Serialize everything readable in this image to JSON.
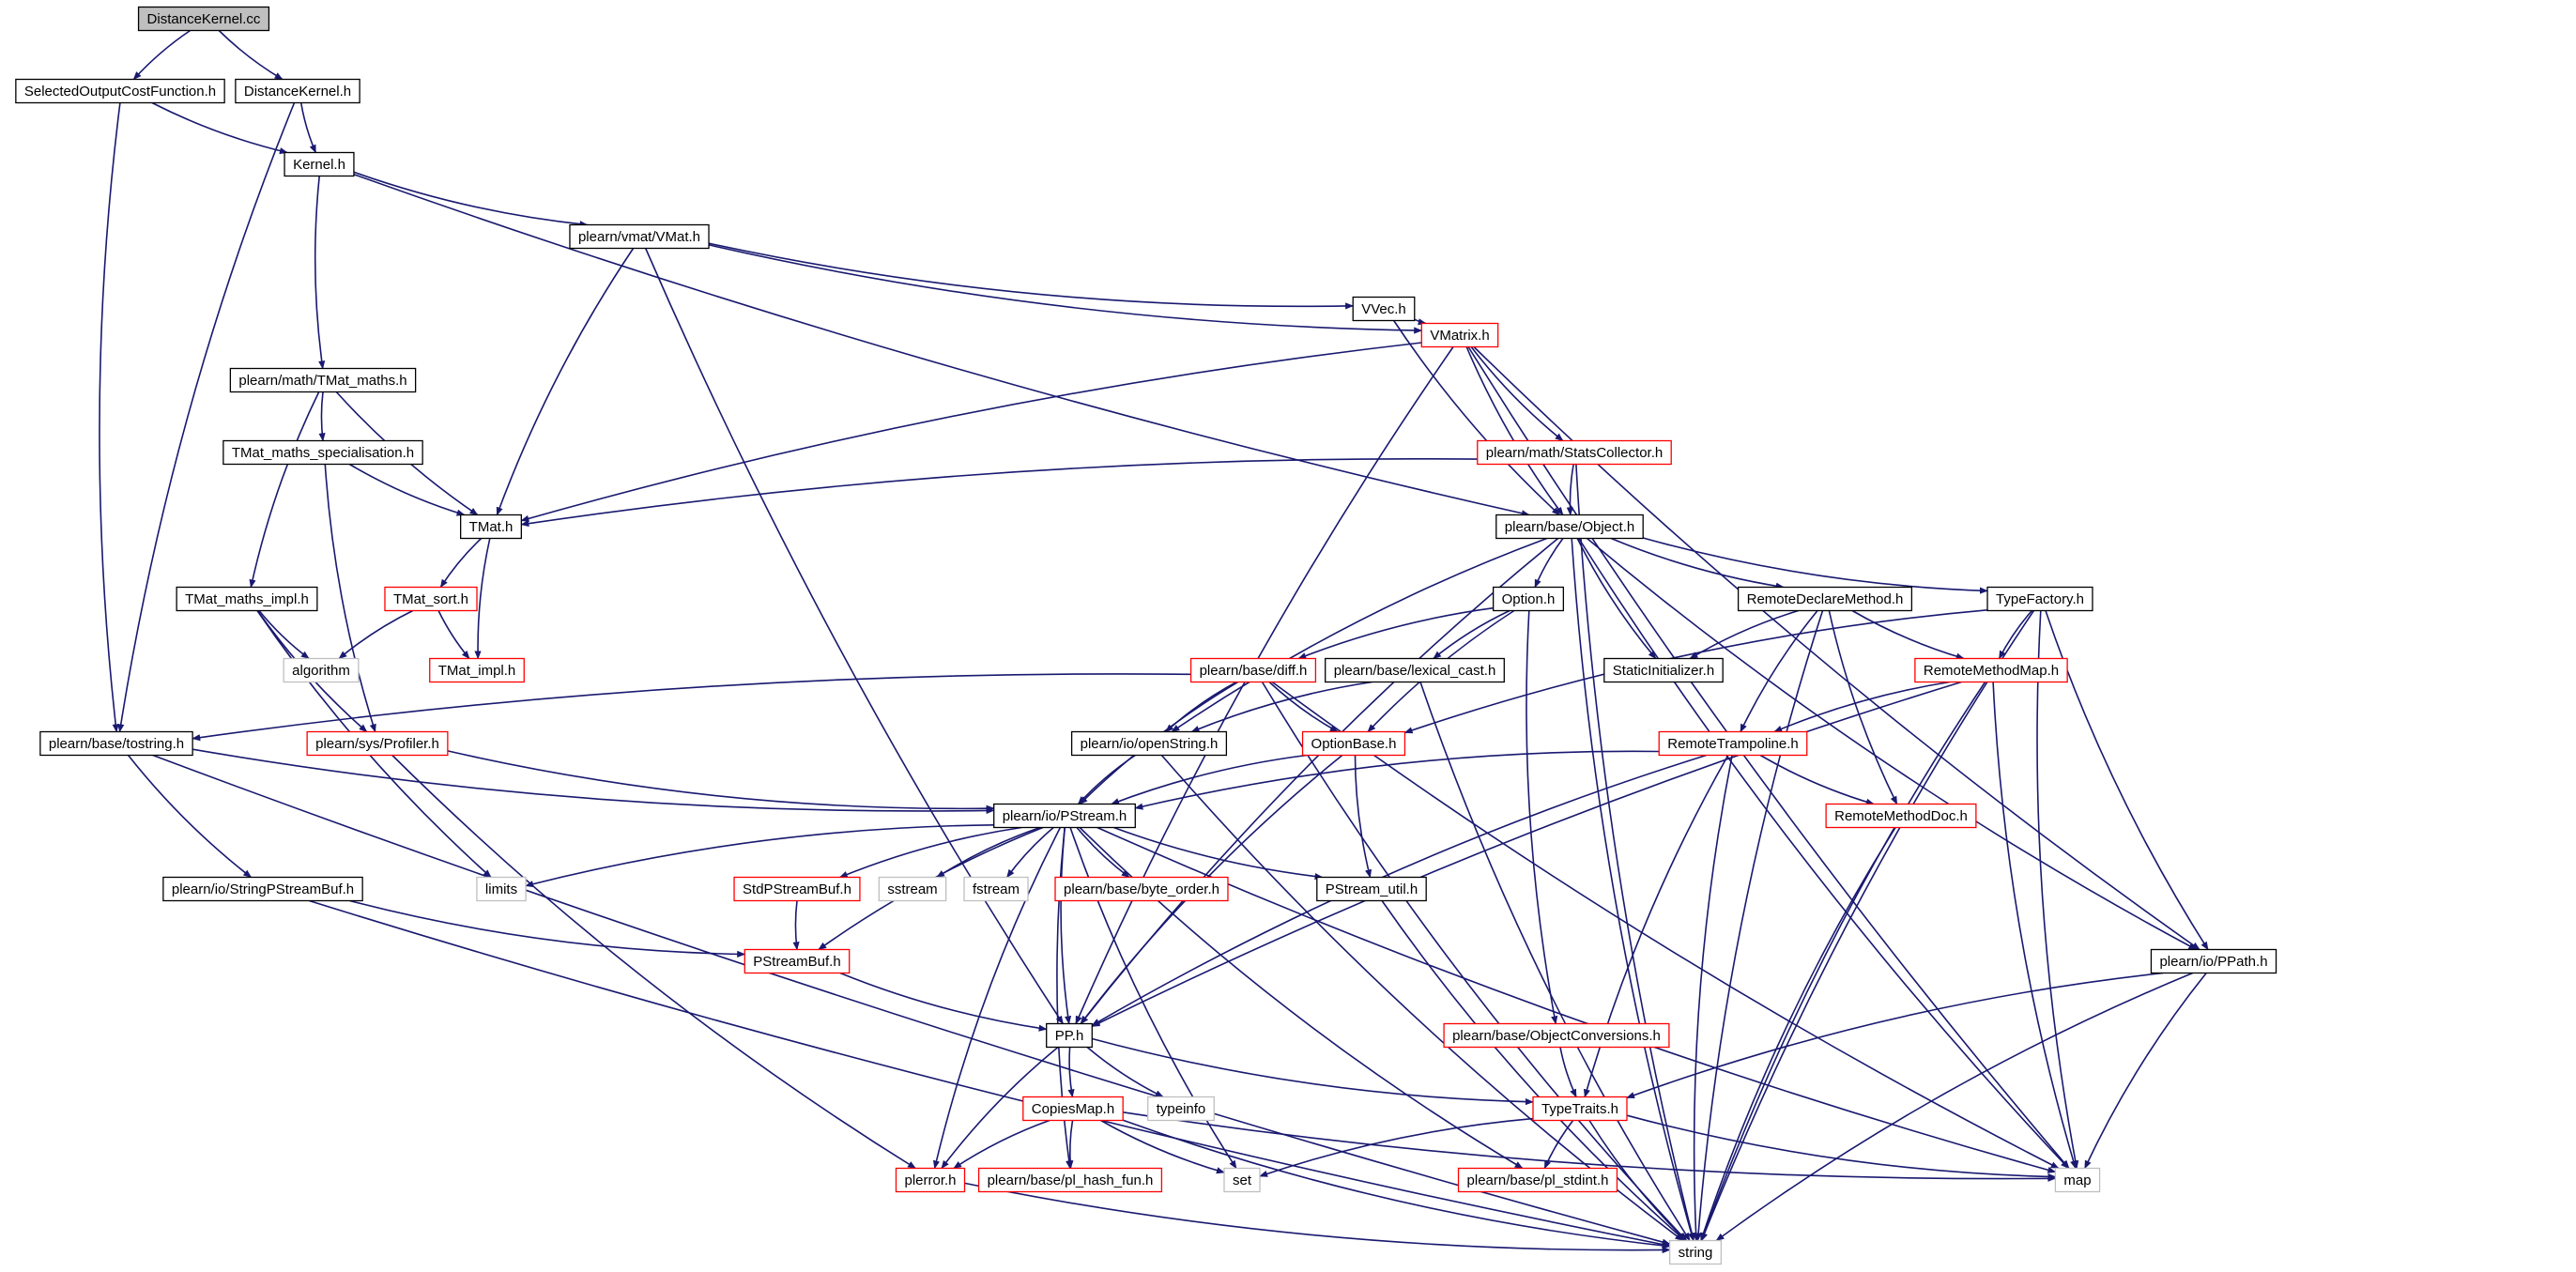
{
  "colors": {
    "edge": "#191970",
    "box_default": "#000000",
    "box_red": "#ff0000",
    "box_gray": "#bfbfbf",
    "root_fill": "#bfbfbf",
    "background": "#ffffff"
  },
  "nodes": {
    "DistanceKernel_cc": "DistanceKernel.cc",
    "SelectedOutputCostFunction_h": "SelectedOutputCostFunction.h",
    "DistanceKernel_h": "DistanceKernel.h",
    "Kernel_h": "Kernel.h",
    "VMat_h": "plearn/vmat/VMat.h",
    "VVec_h": "VVec.h",
    "VMatrix_h": "VMatrix.h",
    "TMat_maths_h": "plearn/math/TMat_maths.h",
    "TMat_maths_specialisation_h": "TMat_maths_specialisation.h",
    "StatsCollector_h": "plearn/math/StatsCollector.h",
    "TMat_h": "TMat.h",
    "Object_h": "plearn/base/Object.h",
    "TMat_maths_impl_h": "TMat_maths_impl.h",
    "TMat_sort_h": "TMat_sort.h",
    "Option_h": "Option.h",
    "RemoteDeclareMethod_h": "RemoteDeclareMethod.h",
    "TypeFactory_h": "TypeFactory.h",
    "algorithm": "algorithm",
    "TMat_impl_h": "TMat_impl.h",
    "diff_h": "plearn/base/diff.h",
    "lexical_cast_h": "plearn/base/lexical_cast.h",
    "StaticInitializer_h": "StaticInitializer.h",
    "RemoteMethodMap_h": "RemoteMethodMap.h",
    "tostring_h": "plearn/base/tostring.h",
    "Profiler_h": "plearn/sys/Profiler.h",
    "openString_h": "plearn/io/openString.h",
    "OptionBase_h": "OptionBase.h",
    "RemoteTrampoline_h": "RemoteTrampoline.h",
    "PStream_h": "plearn/io/PStream.h",
    "RemoteMethodDoc_h": "RemoteMethodDoc.h",
    "limits": "limits",
    "StringPStreamBuf_h": "plearn/io/StringPStreamBuf.h",
    "StdPStreamBuf_h": "StdPStreamBuf.h",
    "sstream": "sstream",
    "fstream": "fstream",
    "byte_order_h": "plearn/base/byte_order.h",
    "PStream_util_h": "PStream_util.h",
    "PPath_h": "plearn/io/PPath.h",
    "PStreamBuf_h": "PStreamBuf.h",
    "PP_h": "PP.h",
    "ObjectConversions_h": "plearn/base/ObjectConversions.h",
    "typeinfo": "typeinfo",
    "CopiesMap_h": "CopiesMap.h",
    "TypeTraits_h": "TypeTraits.h",
    "plerror_h": "plerror.h",
    "pl_hash_fun_h": "plearn/base/pl_hash_fun.h",
    "set": "set",
    "pl_stdint_h": "plearn/base/pl_stdint.h",
    "map": "map",
    "string": "string"
  }
}
